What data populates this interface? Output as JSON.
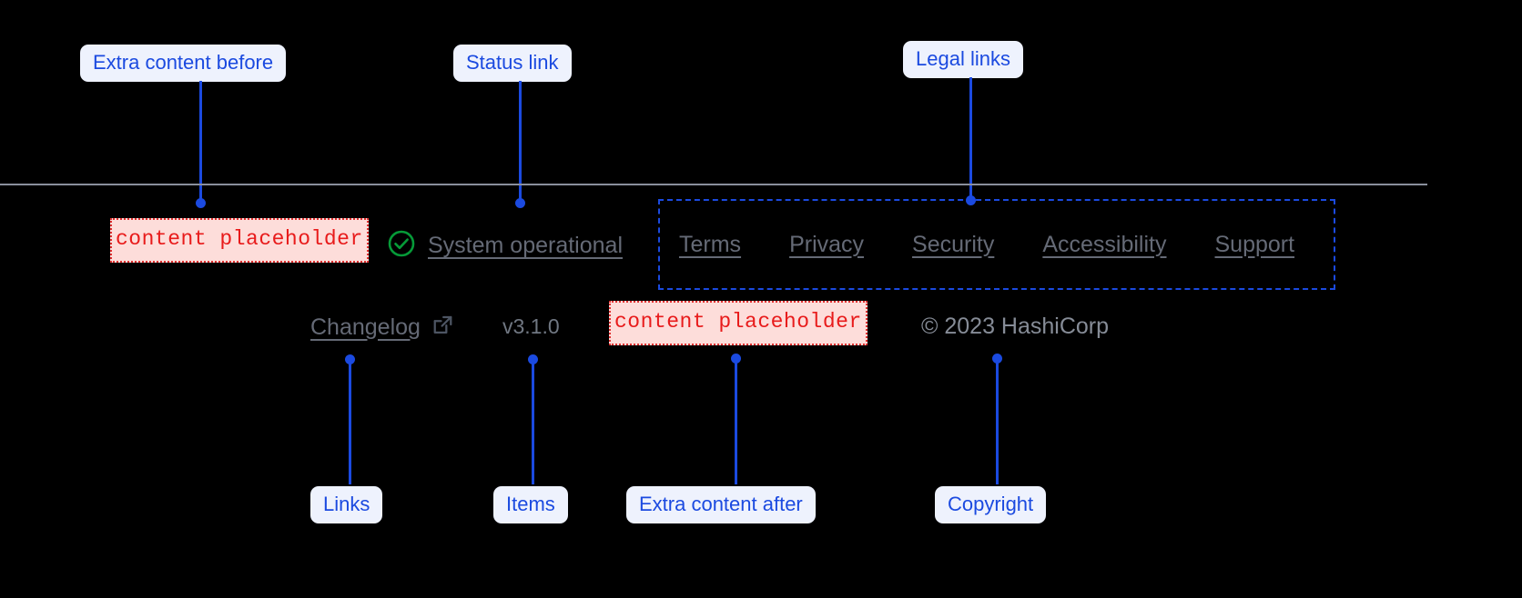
{
  "annotations": {
    "extra_content_before": "Extra content before",
    "status_link": "Status link",
    "legal_links": "Legal links",
    "links": "Links",
    "items": "Items",
    "extra_content_after": "Extra content after",
    "copyright": "Copyright"
  },
  "footer": {
    "placeholder_before": "content placeholder",
    "placeholder_after": "content placeholder",
    "status": {
      "icon": "check-circle-icon",
      "label": "System operational",
      "icon_color": "#069a38"
    },
    "legal_links": [
      {
        "label": "Terms"
      },
      {
        "label": "Privacy"
      },
      {
        "label": "Security"
      },
      {
        "label": "Accessibility"
      },
      {
        "label": "Support"
      }
    ],
    "changelog": {
      "label": "Changelog",
      "icon": "external-link-icon"
    },
    "version": "v3.1.0",
    "copyright": "© 2023 HashiCorp"
  },
  "colors": {
    "accent": "#1b4ae0",
    "callout_bg": "#eef2fd",
    "placeholder_border": "#e03030",
    "placeholder_bg": "#fdddda",
    "placeholder_text": "#e81b1b",
    "link_text": "#656a76",
    "divider": "#8a8f9c",
    "background": "#000000"
  }
}
